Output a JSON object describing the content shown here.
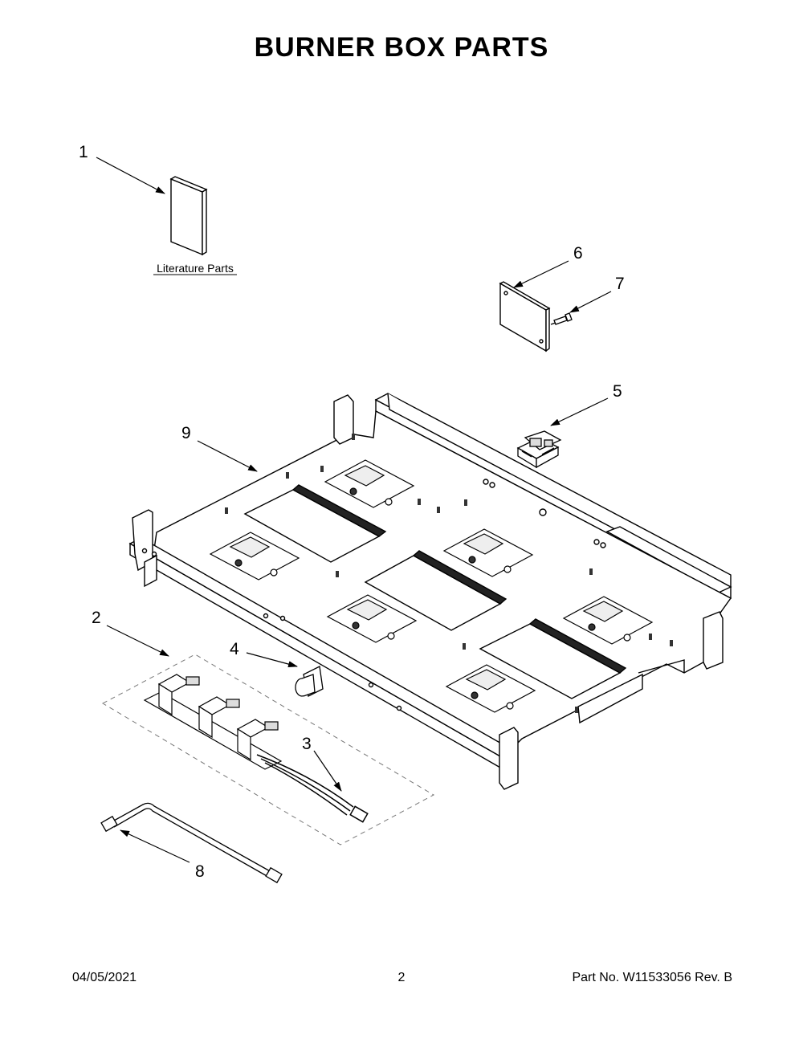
{
  "page": {
    "title": "BURNER BOX PARTS"
  },
  "diagram": {
    "literature_label": "Literature Parts",
    "callouts": {
      "c1": "1",
      "c2": "2",
      "c3": "3",
      "c4": "4",
      "c5": "5",
      "c6": "6",
      "c7": "7",
      "c8": "8",
      "c9": "9"
    }
  },
  "footer": {
    "date": "04/05/2021",
    "page_number": "2",
    "part_no": "Part No.  W11533056  Rev.  B"
  }
}
